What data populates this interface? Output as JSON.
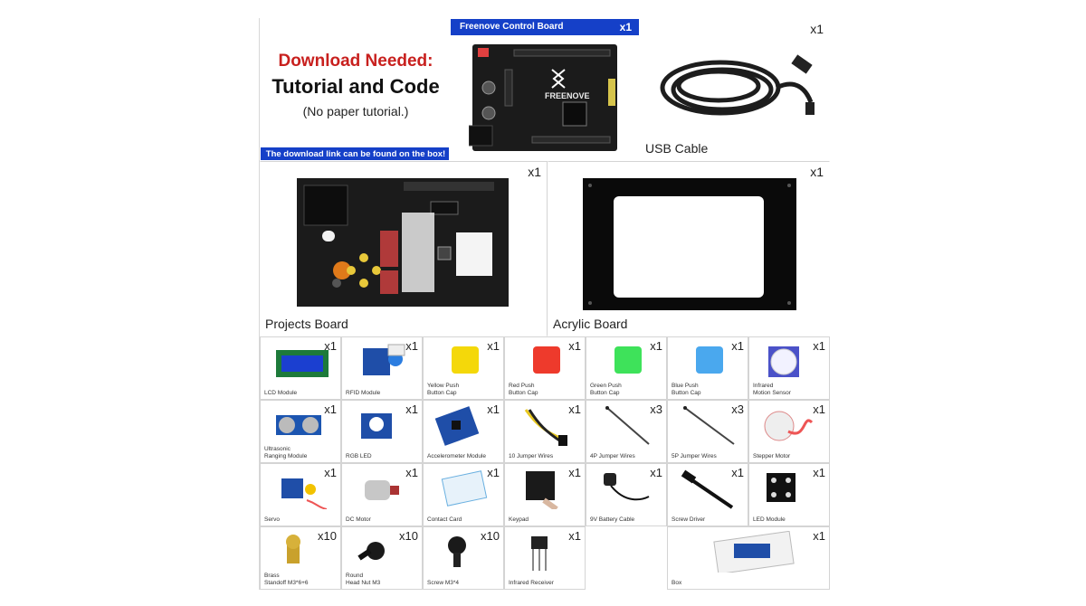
{
  "download_panel": {
    "headline": "Download Needed:",
    "title": "Tutorial and Code",
    "note": "(No paper tutorial.)",
    "banner": "The download link can be found on the box!"
  },
  "control_board": {
    "header": "Freenove Control Board",
    "qty": "x1",
    "brand": "FREENOVE"
  },
  "usb_cable": {
    "label": "USB Cable",
    "qty": "x1"
  },
  "projects_board": {
    "label": "Projects Board",
    "qty": "x1"
  },
  "acrylic_board": {
    "label": "Acrylic Board",
    "qty": "x1"
  },
  "items": [
    {
      "label": "LCD Module",
      "qty": "x1"
    },
    {
      "label": "RFID Module",
      "qty": "x1"
    },
    {
      "label": "Yellow Push\nButton Cap",
      "qty": "x1"
    },
    {
      "label": "Red Push\nButton Cap",
      "qty": "x1"
    },
    {
      "label": "Green Push\nButton Cap",
      "qty": "x1"
    },
    {
      "label": "Blue Push\nButton Cap",
      "qty": "x1"
    },
    {
      "label": "Infrared\nMotion Sensor",
      "qty": "x1"
    },
    {
      "label": "Ultrasonic\nRanging Module",
      "qty": "x1"
    },
    {
      "label": "RGB LED",
      "qty": "x1"
    },
    {
      "label": "Accelerometer Module",
      "qty": "x1"
    },
    {
      "label": "10 Jumper Wires",
      "qty": "x1"
    },
    {
      "label": "4P Jumper Wires",
      "qty": "x3"
    },
    {
      "label": "5P Jumper Wires",
      "qty": "x3"
    },
    {
      "label": "Stepper Motor",
      "qty": "x1"
    },
    {
      "label": "Servo",
      "qty": "x1"
    },
    {
      "label": "DC Motor",
      "qty": "x1"
    },
    {
      "label": "Contact Card",
      "qty": "x1"
    },
    {
      "label": "Keypad",
      "qty": "x1"
    },
    {
      "label": "9V Battery Cable",
      "qty": "x1"
    },
    {
      "label": "Screw Driver",
      "qty": "x1"
    },
    {
      "label": "LED Module",
      "qty": "x1"
    },
    {
      "label": "Brass\nStandoff M3*6+6",
      "qty": "x10"
    },
    {
      "label": "Round\nHead Nut M3",
      "qty": "x10"
    },
    {
      "label": "Screw M3*4",
      "qty": "x10"
    },
    {
      "label": "Infrared Receiver",
      "qty": "x1"
    },
    {
      "label": "Box",
      "qty": "x1"
    }
  ],
  "colors": {
    "accent_red": "#c8201e",
    "banner_blue": "#1540c8",
    "cap_yellow": "#f4d80a",
    "cap_red": "#ee3a2c",
    "cap_green": "#3ee25a",
    "cap_blue": "#4aa8ee"
  }
}
